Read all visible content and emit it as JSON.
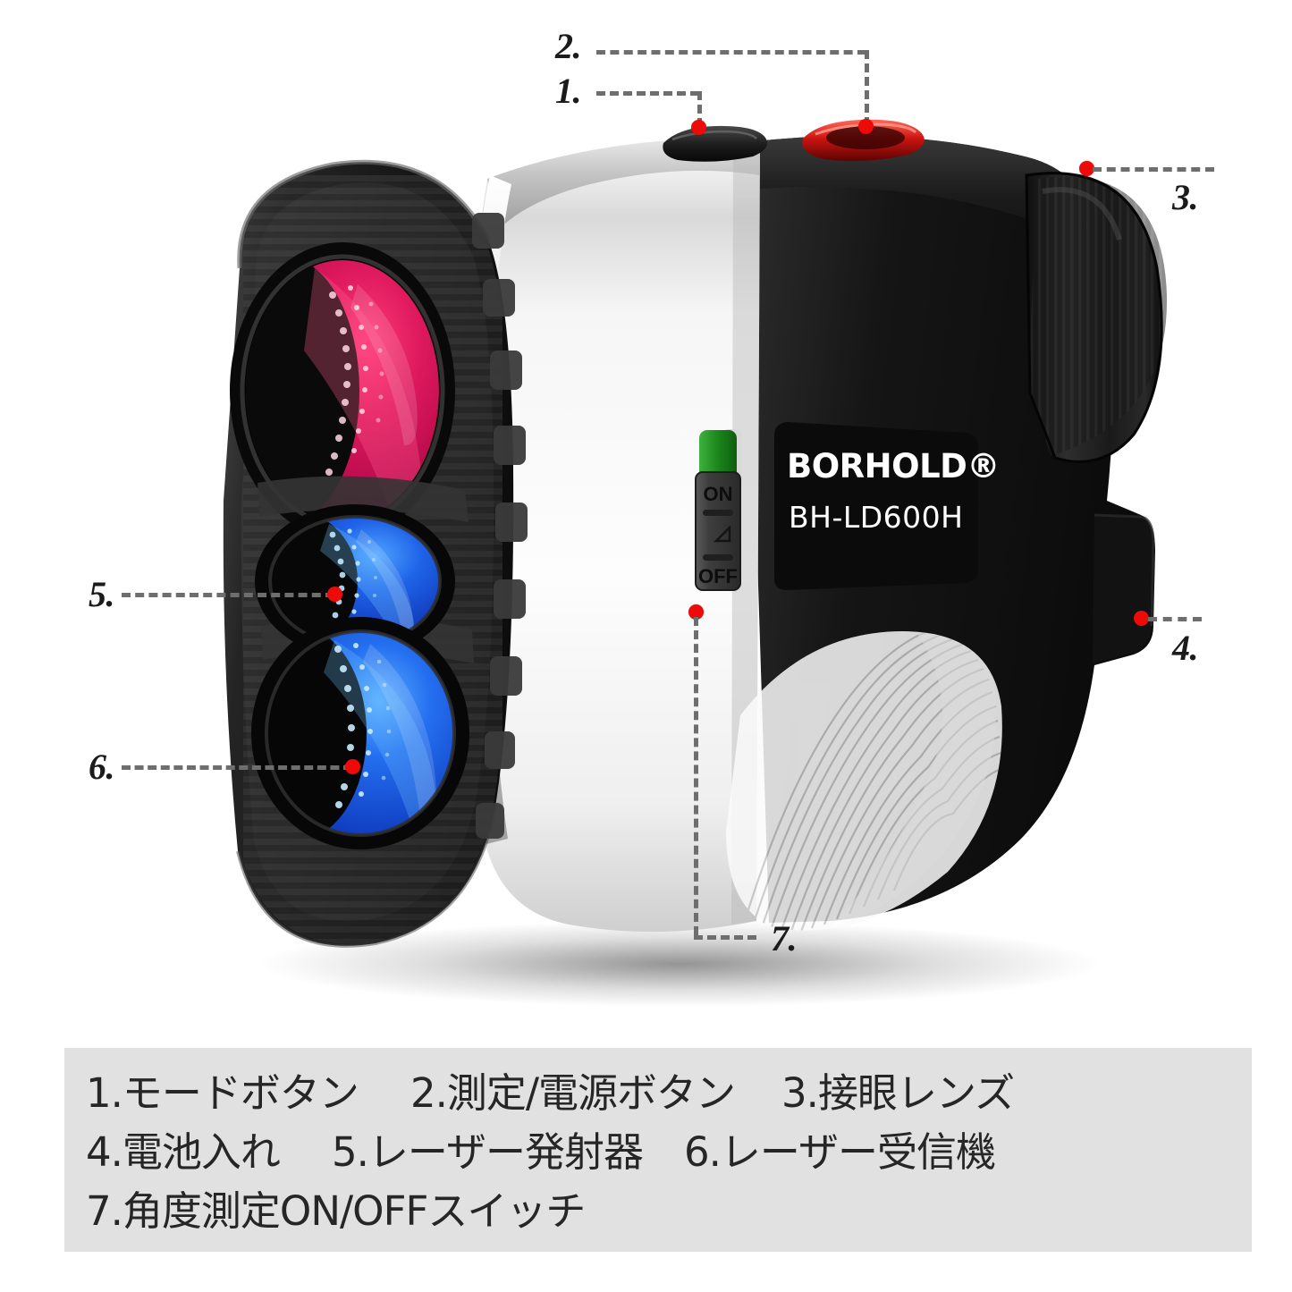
{
  "product": {
    "brand": "BORHOLD®",
    "model": "BH-LD600H",
    "switch": {
      "on_label": "ON",
      "off_label": "OFF",
      "angle_icon": "angle-measure-icon",
      "position": "ON",
      "slider_color": "#1f8a1f"
    },
    "buttons": {
      "mode_button_color": "#1d1d1d",
      "power_button_color": "#d01717"
    },
    "colors": {
      "body_white": "#f2f2f2",
      "body_black": "#161616",
      "objective_lens": "#c81050",
      "laser_lens": "#1447d6",
      "callout_dot": "#ef0a0a",
      "leader_line": "#6e6e6e",
      "caption_panel_bg": "#e1e1e1",
      "caption_text": "#262626"
    }
  },
  "callouts": [
    {
      "id": "1",
      "label": "1.",
      "target": "mode-button"
    },
    {
      "id": "2",
      "label": "2.",
      "target": "measure-power-button"
    },
    {
      "id": "3",
      "label": "3.",
      "target": "eyepiece-lens"
    },
    {
      "id": "4",
      "label": "4.",
      "target": "battery-compartment"
    },
    {
      "id": "5",
      "label": "5.",
      "target": "laser-emitter"
    },
    {
      "id": "6",
      "label": "6.",
      "target": "laser-receiver"
    },
    {
      "id": "7",
      "label": "7.",
      "target": "angle-on-off-switch"
    }
  ],
  "caption": {
    "rows": [
      [
        {
          "text": "1.モードボタン"
        },
        {
          "text": "2.測定/電源ボタン"
        },
        {
          "text": "3.接眼レンズ"
        }
      ],
      [
        {
          "text": "4.電池入れ"
        },
        {
          "text": "5.レーザー発射器"
        },
        {
          "text": "6.レーザー受信機"
        }
      ],
      [
        {
          "text": "7.角度測定ON/OFFスイッチ"
        }
      ]
    ]
  }
}
